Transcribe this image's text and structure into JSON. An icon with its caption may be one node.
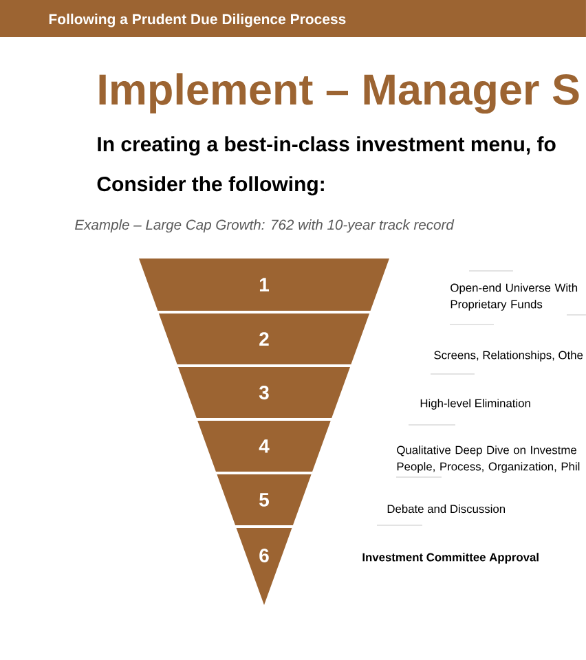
{
  "diagram": {
    "title": "Implement – Manager S",
    "nodes": [
      {
        "text": [
          "Following a Prudent Due Diligence Process"
        ]
      },
      {
        "text": [
          "1"
        ]
      },
      {
        "text": [
          "2"
        ]
      },
      {
        "text": [
          "3"
        ]
      },
      {
        "text": [
          "4"
        ]
      },
      {
        "text": [
          "5"
        ]
      },
      {
        "text": [
          "6"
        ]
      }
    ],
    "labels": [
      "In creating a best-in-class investment menu, fo",
      "Consider the following:",
      "Example – Large Cap Growth: 762 with 10-year track record",
      "Open-end Universe With Proprietary Funds",
      "Screens, Relationships, Othe",
      "High-level Elimination",
      "Qualitative Deep Dive on Investme People, Process, Organization, Phil",
      "Debate and Discussion",
      "Investment Committee Approval"
    ]
  }
}
